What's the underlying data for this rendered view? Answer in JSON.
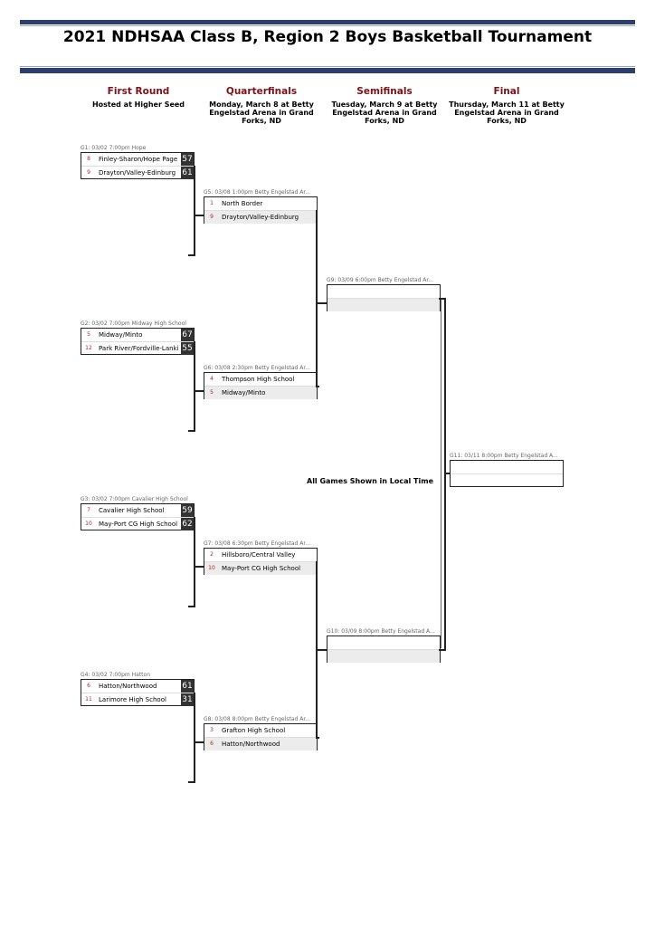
{
  "title": "2021 NDHSAA Class B, Region 2 Boys Basketball Tournament",
  "colors": {
    "band": "#2c3e70",
    "round_name": "#7a1218",
    "seed": "#b0242c",
    "score_bg": "#333333"
  },
  "rounds": [
    {
      "name": "First Round",
      "desc": "Hosted at Higher Seed"
    },
    {
      "name": "Quarterfinals",
      "desc": "Monday, March 8 at Betty Engelstad Arena in Grand Forks, ND"
    },
    {
      "name": "Semifinals",
      "desc": "Tuesday, March 9 at Betty Engelstad Arena in Grand Forks, ND"
    },
    {
      "name": "Final",
      "desc": "Thursday, March 11 at Betty Engelstad Arena in Grand Forks, ND"
    }
  ],
  "note": "All Games Shown in Local Time",
  "games": {
    "g1": {
      "info": "G1: 03/02 7:00pm Hope",
      "top": {
        "seed": "8",
        "name": "Finley-Sharon/Hope Page",
        "score": "57"
      },
      "bottom": {
        "seed": "9",
        "name": "Drayton/Valley-Edinburg",
        "score": "61"
      }
    },
    "g2": {
      "info": "G2: 03/02 7:00pm Midway High School",
      "top": {
        "seed": "5",
        "name": "Midway/Minto",
        "score": "67"
      },
      "bottom": {
        "seed": "12",
        "name": "Park River/Fordville-Lankin",
        "score": "55"
      }
    },
    "g3": {
      "info": "G3: 03/02 7:00pm Cavalier High School",
      "top": {
        "seed": "7",
        "name": "Cavalier High School",
        "score": "59"
      },
      "bottom": {
        "seed": "10",
        "name": "May-Port CG High School",
        "score": "62"
      }
    },
    "g4": {
      "info": "G4: 03/02 7:00pm Hatton",
      "top": {
        "seed": "6",
        "name": "Hatton/Northwood",
        "score": "61"
      },
      "bottom": {
        "seed": "11",
        "name": "Larimore High School",
        "score": "31"
      }
    },
    "g5": {
      "info": "G5: 03/08 1:00pm Betty Engelstad Ar...",
      "top": {
        "seed": "1",
        "name": "North Border"
      },
      "bottom": {
        "seed": "9",
        "name": "Drayton/Valley-Edinburg"
      }
    },
    "g6": {
      "info": "G6: 03/08 2:30pm Betty Engelstad Ar...",
      "top": {
        "seed": "4",
        "name": "Thompson High School"
      },
      "bottom": {
        "seed": "5",
        "name": "Midway/Minto"
      }
    },
    "g7": {
      "info": "G7: 03/08 6:30pm Betty Engelstad Ar...",
      "top": {
        "seed": "2",
        "name": "Hillsboro/Central Valley"
      },
      "bottom": {
        "seed": "10",
        "name": "May-Port CG High School"
      }
    },
    "g8": {
      "info": "G8: 03/08 8:00pm Betty Engelstad Ar...",
      "top": {
        "seed": "3",
        "name": "Grafton High School"
      },
      "bottom": {
        "seed": "6",
        "name": "Hatton/Northwood"
      }
    },
    "g9": {
      "info": "G9: 03/09 6:00pm Betty Engelstad Ar..."
    },
    "g10": {
      "info": "G10: 03/09 8:00pm Betty Engelstad A..."
    },
    "g11": {
      "info": "G11: 03/11 8:00pm Betty Engelstad A..."
    }
  }
}
